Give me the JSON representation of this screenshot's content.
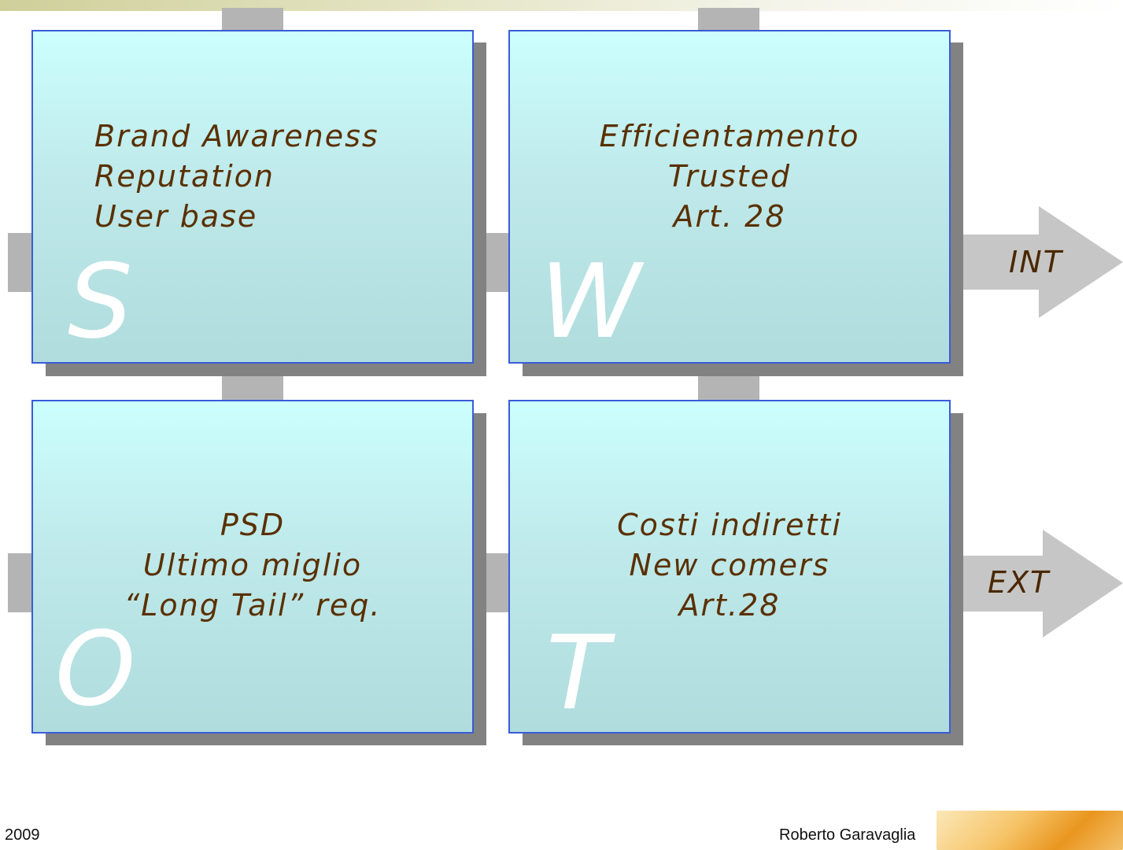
{
  "quadrants": [
    {
      "id": "strengths",
      "letter": "S",
      "text": "Brand Awareness\nReputation\nUser base"
    },
    {
      "id": "weaknesses",
      "letter": "W",
      "text": "Efficientamento\nTrusted\nArt. 28"
    },
    {
      "id": "opportunities",
      "letter": "O",
      "text": "PSD\nUltimo miglio\n“Long Tail” req."
    },
    {
      "id": "threats",
      "letter": "T",
      "text": "Costi indiretti\nNew comers\nArt.28"
    }
  ],
  "arrows": {
    "internal": "INT",
    "external": "EXT"
  },
  "faces": {
    "positive": "☺",
    "negative": "☹"
  },
  "footer": {
    "year": "2009",
    "author": "Roberto Garavaglia"
  },
  "colors": {
    "card_border": "#3a5cd8",
    "card_fill": "#c4f3f4",
    "text": "#5a3000",
    "connector": "#b4b4b4",
    "shadow": "#828282"
  }
}
